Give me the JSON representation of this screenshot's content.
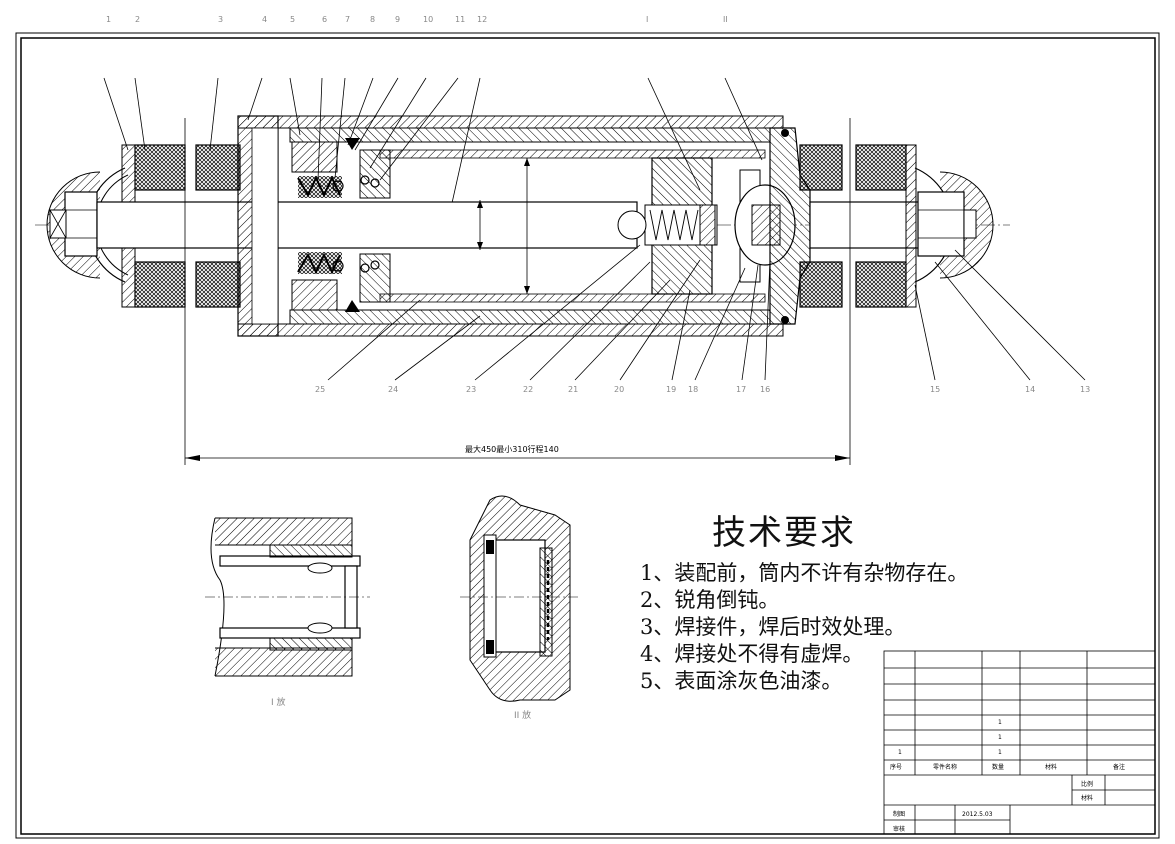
{
  "drawing": {
    "top_labels": [
      "1",
      "2",
      "3",
      "4",
      "5",
      "6",
      "7",
      "8",
      "9",
      "10",
      "11",
      "12"
    ],
    "top_labels_right": [
      "I",
      "II"
    ],
    "bottom_labels": [
      "25",
      "24",
      "23",
      "22",
      "21",
      "20",
      "19",
      "18",
      "17",
      "16",
      "15",
      "14",
      "13"
    ],
    "dimension_note": "最大450最小310行程140",
    "detail_labels": [
      "I 放",
      "II 放"
    ]
  },
  "tech_requirements": {
    "title": "技术要求",
    "items": [
      "1、装配前，筒内不许有杂物存在。",
      "2、锐角倒钝。",
      "3、焊接件，焊后时效处理。",
      "4、焊接处不得有虚焊。",
      "5、表面涂灰色油漆。"
    ]
  },
  "title_block": {
    "qty_cells": [
      "1",
      "1",
      "1"
    ],
    "row_left": "1",
    "headers": [
      "序号",
      "零件名称",
      "数量",
      "材料",
      "备注"
    ],
    "scale_label": "比例",
    "material_label": "材料",
    "drawn_label": "制图",
    "checked_label": "审核",
    "date": "2012.5.03"
  }
}
